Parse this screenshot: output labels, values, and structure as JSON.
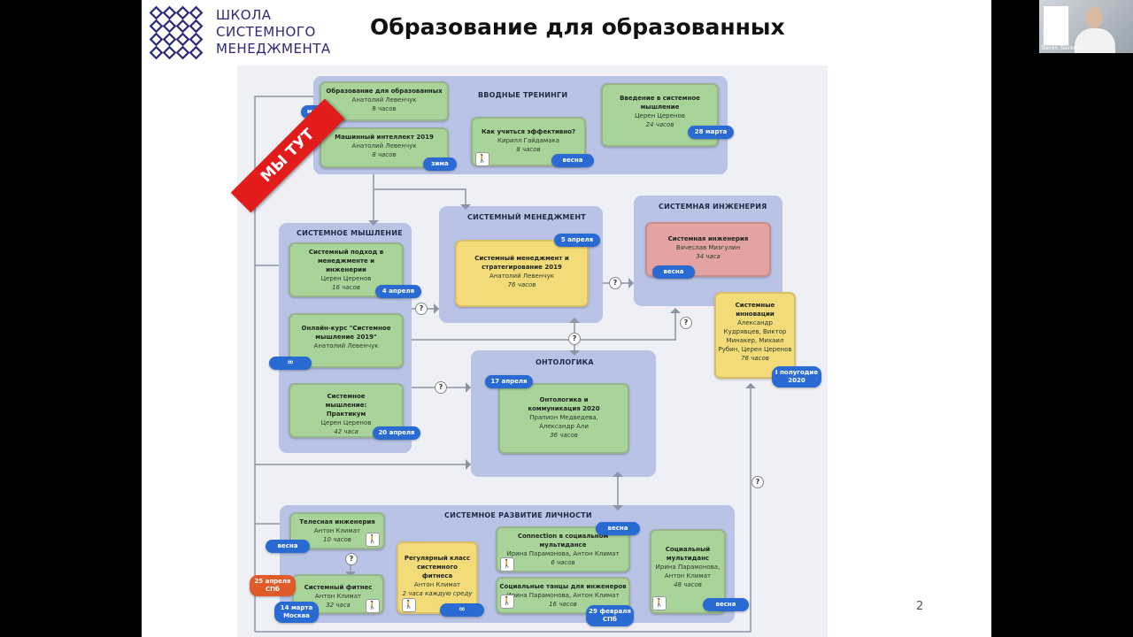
{
  "header": {
    "logo_lines": [
      "ШКОЛА",
      "СИСТЕМНОГО",
      "МЕНЕДЖМЕНТА"
    ],
    "title": "Образование для образованных",
    "page_number": "2"
  },
  "webcam": {
    "name": "Tseren Tserenov"
  },
  "banner": "МЫ ТУТ",
  "groups": {
    "intro": "ВВОДНЫЕ ТРЕНИНГИ",
    "sysmgmt": "СИСТЕМНЫЙ МЕНЕДЖМЕНТ",
    "syseng": "СИСТЕМНАЯ ИНЖЕНЕРИЯ",
    "systhink": "СИСТЕМНОЕ МЫШЛЕНИЕ",
    "ontologic": "ОНТОЛОГИКА",
    "personal": "СИСТЕМНОЕ РАЗВИТИЕ ЛИЧНОСТИ"
  },
  "cards": {
    "edu": {
      "title": "Образование для образованных",
      "author": "Анатолий Левенчук",
      "hours": "8 часов"
    },
    "mi": {
      "title": "Машинный интеллект 2019",
      "author": "Анатолий Левенчук",
      "hours": "8 часов"
    },
    "learn": {
      "title": "Как учиться эффективно?",
      "author": "Кирилл Гайдамака",
      "hours": "8 часов"
    },
    "intro_st": {
      "title": "Введение в системное мышление",
      "author": "Церен Церенов",
      "hours": "24 часов"
    },
    "sm": {
      "title": "Системный менеджмент и стратегирование 2019",
      "author": "Анатолий Левенчук",
      "hours": "76 часов"
    },
    "se": {
      "title": "Системная инженерия",
      "author": "Вячеслав Мизгулин",
      "hours": "34 часа"
    },
    "innov": {
      "title": "Системные инновации",
      "author": "Александр Кудрявцев, Виктор Минакер, Михаил Рубин, Церен Церенов",
      "hours": "76 часов"
    },
    "approach": {
      "title": "Системный подход в менеджменте и инженерии",
      "author": "Церен Церенов",
      "hours": "16 часов"
    },
    "online": {
      "title": "Онлайн-курс \"Системное мышление 2019\"",
      "author": "Анатолий Левенчук",
      "hours": ""
    },
    "practicum": {
      "title": "Системное мышление: Практикум",
      "author": "Церен Церенов",
      "hours": "42 часа"
    },
    "onto": {
      "title": "Онтологика и коммуникация 2020",
      "author": "Прапион Медведева, Александр Али",
      "hours": "36 часов"
    },
    "body": {
      "title": "Телесная инженерия",
      "author": "Антон Климат",
      "hours": "10 часов"
    },
    "fitness": {
      "title": "Системный фитнес",
      "author": "Антон Климат",
      "hours": "32 часа"
    },
    "regular": {
      "title": "Регулярный класс системного фитнеса",
      "author": "Антон Климат",
      "hours": "2 часа каждую среду"
    },
    "connection": {
      "title": "Connection в социальном мультидансе",
      "author": "Ирина Парамонова, Антон Климат",
      "hours": "6 часов"
    },
    "dances": {
      "title": "Социальные танцы для инженеров",
      "author": "Ирина Парамонова, Антон Климат",
      "hours": "16 часов"
    },
    "multidance": {
      "title": "Социальный мультиданс",
      "author": "Ирина Парамонова, Антон Климат",
      "hours": "48 часов"
    }
  },
  "pills": {
    "edu": "марта",
    "mi": "зима",
    "learn": "весна",
    "intro_st": "28 марта",
    "sm": "5 апреля",
    "se": "весна",
    "innov": "I полугодие 2020",
    "approach": "4 апреля",
    "online": "∞",
    "practicum": "20 апреля",
    "onto": "17 апреля",
    "body": "весна",
    "fitness_spb": "25 апреля СПб",
    "fitness_msk": "14 марта Москва",
    "regular": "∞",
    "connection": "весна",
    "dances": "29 февраля СПб",
    "multidance": "весна"
  },
  "question_mark": "?",
  "colors": {
    "green": "#a8d49a",
    "yellow": "#f2db78",
    "red": "#e3a3a3",
    "group": "#b8c3e6",
    "pill": "#2a6bd3",
    "banner": "#e21b1b"
  }
}
